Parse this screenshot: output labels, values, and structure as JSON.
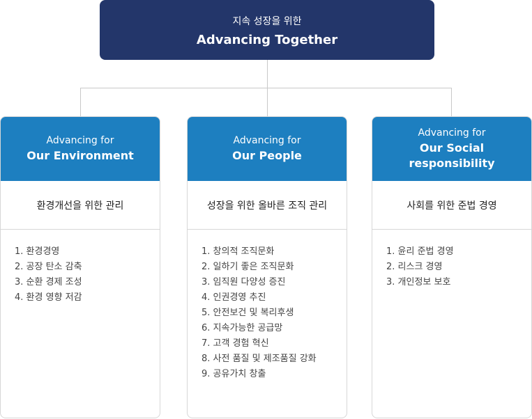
{
  "top": {
    "subtitle": "지속 성장을 위한",
    "title": "Advancing Together"
  },
  "columns": [
    {
      "prefix": "Advancing for",
      "title": "Our Environment",
      "subtitle": "환경개선을 위한 관리",
      "items": [
        "1. 환경경영",
        "2. 공장 탄소 감축",
        "3. 순환 경제 조성",
        "4. 환경 영향 저감"
      ]
    },
    {
      "prefix": "Advancing for",
      "title": "Our People",
      "subtitle": "성장을 위한 올바른 조직 관리",
      "items": [
        "1. 창의적 조직문화",
        "2. 일하기 좋은 조직문화",
        "3. 임직원 다양성 증진",
        "4. 인권경영 추진",
        "5. 안전보건 및 복리후생",
        "6. 지속가능한 공급망",
        "7. 고객 경험 혁신",
        "8. 사전 품질 및 제조품질 강화",
        "9. 공유가치 창출"
      ]
    },
    {
      "prefix": "Advancing for",
      "title": "Our Social\nresponsibility",
      "subtitle": "사회를 위한 준법 경영",
      "items": [
        "1. 윤리 준법 경영",
        "2. 리스크 경영",
        "3. 개인정보 보호"
      ]
    }
  ]
}
